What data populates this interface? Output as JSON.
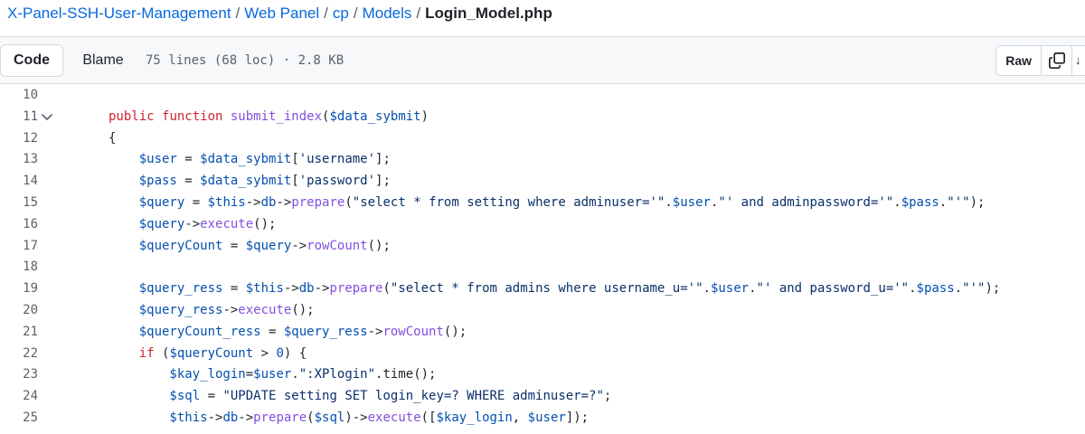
{
  "breadcrumb": {
    "repo": "X-Panel-SSH-User-Management",
    "dir1": "Web Panel",
    "dir2": "cp",
    "dir3": "Models",
    "file": "Login_Model.php",
    "sep": "/"
  },
  "toolbar": {
    "code_tab": "Code",
    "blame_tab": "Blame",
    "file_info": "75 lines (68 loc) · 2.8 KB",
    "raw_label": "Raw"
  },
  "code": {
    "lines": [
      {
        "n": "10",
        "tokens": []
      },
      {
        "n": "11",
        "fold": true,
        "tokens": [
          [
            "k",
            "public "
          ],
          [
            "k",
            "function "
          ],
          [
            "f",
            "submit_index"
          ],
          [
            "",
            "("
          ],
          [
            "v",
            "$data_sybmit"
          ],
          [
            "",
            ")"
          ]
        ]
      },
      {
        "n": "12",
        "tokens": [
          [
            "",
            "{"
          ]
        ]
      },
      {
        "n": "13",
        "tokens": [
          [
            "v",
            "    $user"
          ],
          [
            "",
            " = "
          ],
          [
            "v",
            "$data_sybmit"
          ],
          [
            "",
            "["
          ],
          [
            "s",
            "'username'"
          ],
          [
            "",
            "];"
          ]
        ]
      },
      {
        "n": "14",
        "tokens": [
          [
            "v",
            "    $pass"
          ],
          [
            "",
            " = "
          ],
          [
            "v",
            "$data_sybmit"
          ],
          [
            "",
            "["
          ],
          [
            "s",
            "'password'"
          ],
          [
            "",
            "];"
          ]
        ]
      },
      {
        "n": "15",
        "tokens": [
          [
            "v",
            "    $query"
          ],
          [
            "",
            " = "
          ],
          [
            "v",
            "$this"
          ],
          [
            "",
            "->"
          ],
          [
            "v",
            "db"
          ],
          [
            "",
            "->"
          ],
          [
            "f",
            "prepare"
          ],
          [
            "",
            "("
          ],
          [
            "s",
            "\"select * from setting where adminuser='\""
          ],
          [
            "",
            "."
          ],
          [
            "v",
            "$user"
          ],
          [
            "",
            "."
          ],
          [
            "s",
            "\"' and adminpassword='\""
          ],
          [
            "",
            "."
          ],
          [
            "v",
            "$pass"
          ],
          [
            "",
            "."
          ],
          [
            "s",
            "\"'\""
          ],
          [
            "",
            ");"
          ]
        ]
      },
      {
        "n": "16",
        "tokens": [
          [
            "v",
            "    $query"
          ],
          [
            "",
            "->"
          ],
          [
            "f",
            "execute"
          ],
          [
            "",
            "();"
          ]
        ]
      },
      {
        "n": "17",
        "tokens": [
          [
            "v",
            "    $queryCount"
          ],
          [
            "",
            " = "
          ],
          [
            "v",
            "$query"
          ],
          [
            "",
            "->"
          ],
          [
            "f",
            "rowCount"
          ],
          [
            "",
            "();"
          ]
        ]
      },
      {
        "n": "18",
        "tokens": []
      },
      {
        "n": "19",
        "tokens": [
          [
            "v",
            "    $query_ress"
          ],
          [
            "",
            " = "
          ],
          [
            "v",
            "$this"
          ],
          [
            "",
            "->"
          ],
          [
            "v",
            "db"
          ],
          [
            "",
            "->"
          ],
          [
            "f",
            "prepare"
          ],
          [
            "",
            "("
          ],
          [
            "s",
            "\"select * from admins where username_u='\""
          ],
          [
            "",
            "."
          ],
          [
            "v",
            "$user"
          ],
          [
            "",
            "."
          ],
          [
            "s",
            "\"' and password_u='\""
          ],
          [
            "",
            "."
          ],
          [
            "v",
            "$pass"
          ],
          [
            "",
            "."
          ],
          [
            "s",
            "\"'\""
          ],
          [
            "",
            ");"
          ]
        ]
      },
      {
        "n": "20",
        "tokens": [
          [
            "v",
            "    $query_ress"
          ],
          [
            "",
            "->"
          ],
          [
            "f",
            "execute"
          ],
          [
            "",
            "();"
          ]
        ]
      },
      {
        "n": "21",
        "tokens": [
          [
            "v",
            "    $queryCount_ress"
          ],
          [
            "",
            " = "
          ],
          [
            "v",
            "$query_ress"
          ],
          [
            "",
            "->"
          ],
          [
            "f",
            "rowCount"
          ],
          [
            "",
            "();"
          ]
        ]
      },
      {
        "n": "22",
        "tokens": [
          [
            "k",
            "    if "
          ],
          [
            "",
            "("
          ],
          [
            "v",
            "$queryCount"
          ],
          [
            "",
            " > "
          ],
          [
            "n",
            "0"
          ],
          [
            "",
            ") {"
          ]
        ]
      },
      {
        "n": "23",
        "tokens": [
          [
            "v",
            "        $kay_login"
          ],
          [
            "",
            "="
          ],
          [
            "v",
            "$user"
          ],
          [
            "",
            "."
          ],
          [
            "s",
            "\":XPlogin\""
          ],
          [
            "",
            ".time();"
          ]
        ]
      },
      {
        "n": "24",
        "tokens": [
          [
            "v",
            "        $sql"
          ],
          [
            "",
            " = "
          ],
          [
            "s",
            "\"UPDATE setting SET login_key=? WHERE adminuser=?\""
          ],
          [
            "",
            ";"
          ]
        ]
      },
      {
        "n": "25",
        "tokens": [
          [
            "v",
            "        $this"
          ],
          [
            "",
            "->"
          ],
          [
            "v",
            "db"
          ],
          [
            "",
            "->"
          ],
          [
            "f",
            "prepare"
          ],
          [
            "",
            "("
          ],
          [
            "v",
            "$sql"
          ],
          [
            "",
            ")->"
          ],
          [
            "f",
            "execute"
          ],
          [
            "",
            "(["
          ],
          [
            "v",
            "$kay_login"
          ],
          [
            "",
            ", "
          ],
          [
            "v",
            "$user"
          ],
          [
            "",
            "]);"
          ]
        ]
      }
    ]
  },
  "icons": {
    "copy": "copy-icon",
    "fold": "chevron-down-icon",
    "download": "download-icon"
  },
  "colors": {
    "keyword": "#cf222e",
    "function": "#8250df",
    "variable": "#0550ae",
    "string": "#0a3069",
    "link": "#0969da"
  }
}
